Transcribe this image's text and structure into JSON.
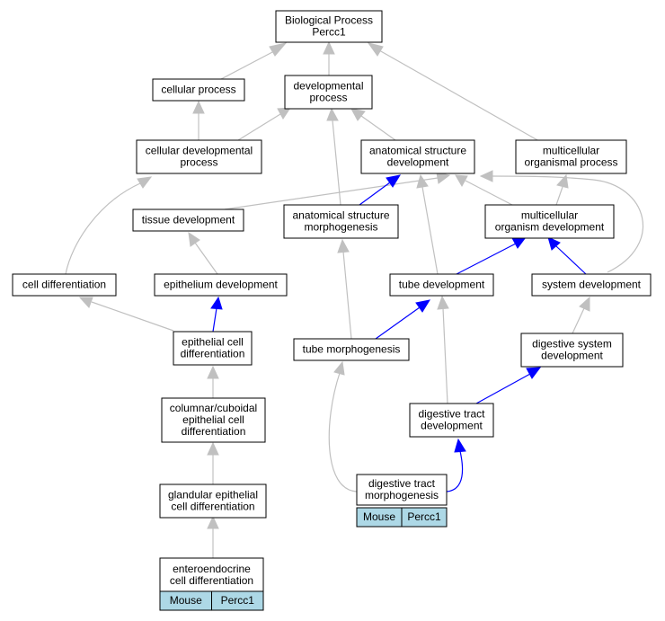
{
  "nodes": {
    "bp": [
      "Biological Process",
      "Percc1"
    ],
    "cp": [
      "cellular process"
    ],
    "dp": [
      "developmental",
      "process"
    ],
    "cdp": [
      "cellular developmental",
      "process"
    ],
    "asd": [
      "anatomical structure",
      "development"
    ],
    "mop": [
      "multicellular",
      "organismal process"
    ],
    "td": [
      "tissue development"
    ],
    "asm": [
      "anatomical structure",
      "morphogenesis"
    ],
    "mod": [
      "multicellular",
      "organism development"
    ],
    "cd": [
      "cell differentiation"
    ],
    "ed": [
      "epithelium development"
    ],
    "tubed": [
      "tube development"
    ],
    "sd": [
      "system development"
    ],
    "ecd": [
      "epithelial cell",
      "differentiation"
    ],
    "tm": [
      "tube morphogenesis"
    ],
    "dsd": [
      "digestive system",
      "development"
    ],
    "cced": [
      "columnar/cuboidal",
      "epithelial cell",
      "differentiation"
    ],
    "dtd": [
      "digestive tract",
      "development"
    ],
    "dtm": [
      "digestive tract",
      "morphogenesis"
    ],
    "gecd": [
      "glandular epithelial",
      "cell differentiation"
    ],
    "eecd": [
      "enteroendocrine",
      "cell differentiation"
    ]
  },
  "badges": {
    "dtm": [
      "Mouse",
      "Percc1"
    ],
    "eecd": [
      "Mouse",
      "Percc1"
    ]
  },
  "colors": {
    "edge_is_a": "#c0c0c0",
    "edge_part_of": "#0000ff",
    "badge_fill": "#add8e6"
  }
}
